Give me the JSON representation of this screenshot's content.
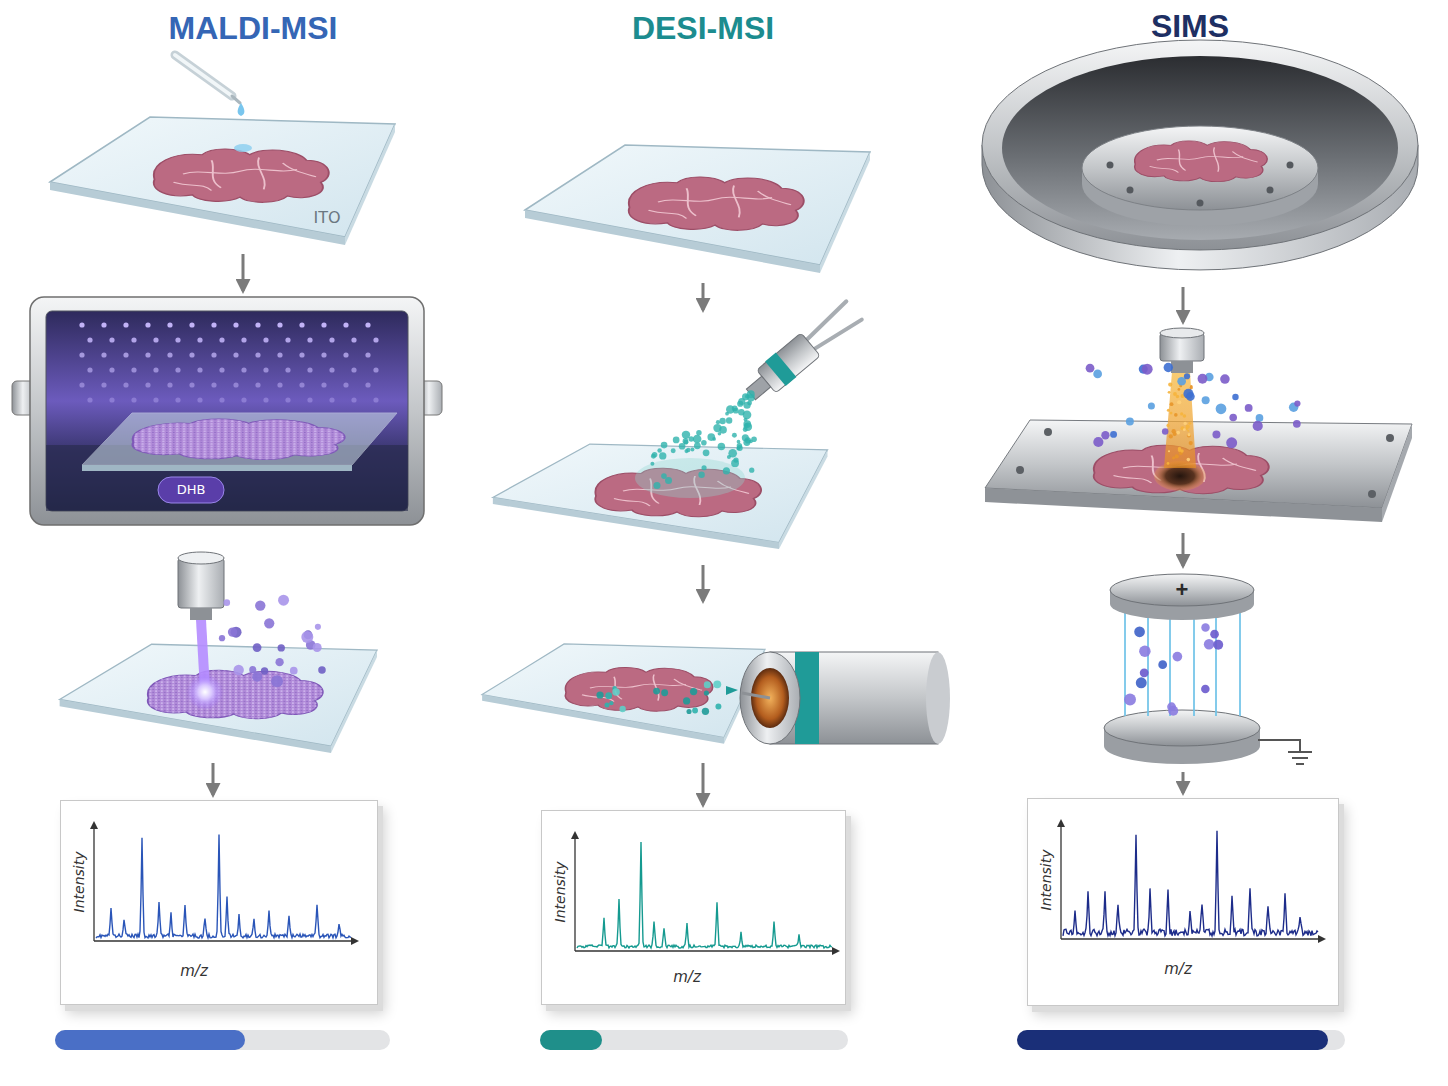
{
  "diagram": {
    "nodes": [
      {
        "text": [
          "ITO"
        ]
      },
      {
        "text": [
          "DHB"
        ]
      },
      {
        "text": [
          "Intensity",
          "m/z"
        ]
      },
      {
        "text": [
          "Intensity",
          "m/z"
        ]
      },
      {
        "text": [
          "Intensity",
          "m/z"
        ]
      }
    ],
    "edges": [
      {
        "from": 0,
        "to": 1,
        "arrow": "to"
      }
    ],
    "labels": [
      "MALDI-MSI",
      "DESI-MSI",
      "SIMS",
      "+"
    ]
  }
}
